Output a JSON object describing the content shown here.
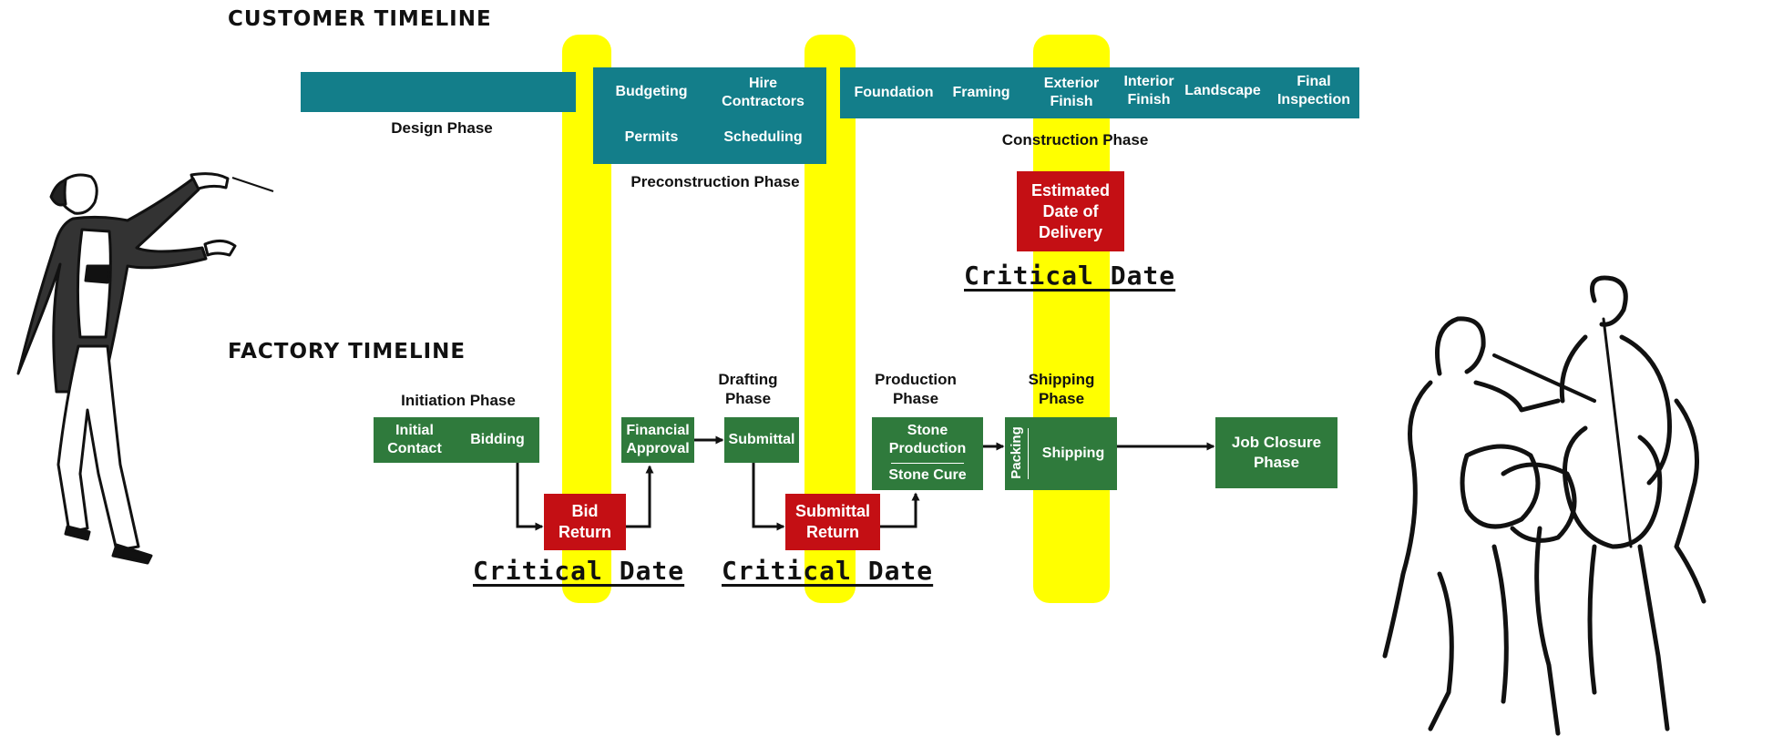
{
  "customer_timeline": {
    "heading": "CUSTOMER TIMELINE",
    "design_phase": "Design Phase",
    "preconstruction": {
      "budgeting": "Budgeting",
      "hire_contractors": "Hire\nContractors",
      "permits": "Permits",
      "scheduling": "Scheduling",
      "label": "Preconstruction Phase"
    },
    "construction": {
      "foundation": "Foundation",
      "framing": "Framing",
      "exterior_finish": "Exterior\nFinish",
      "interior_finish": "Interior\nFinish",
      "landscape": "Landscape",
      "final_inspection": "Final\nInspection",
      "label": "Construction Phase"
    },
    "estimated_delivery": "Estimated\nDate of\nDelivery",
    "critical_date": "Critical Date"
  },
  "factory_timeline": {
    "heading": "FACTORY TIMELINE",
    "initiation_phase": "Initiation Phase",
    "initial_contact": "Initial\nContact",
    "bidding": "Bidding",
    "bid_return": "Bid\nReturn",
    "financial_approval": "Financial\nApproval",
    "drafting_phase": "Drafting\nPhase",
    "submittal": "Submittal",
    "submittal_return": "Submittal\nReturn",
    "production_phase": "Production\nPhase",
    "stone_production": "Stone\nProduction",
    "stone_cure": "Stone Cure",
    "shipping_phase": "Shipping\nPhase",
    "packing": "Packing",
    "shipping": "Shipping",
    "job_closure": "Job Closure\nPhase",
    "critical_date_1": "Critical Date",
    "critical_date_2": "Critical Date"
  },
  "colors": {
    "teal": "#137e8a",
    "green": "#2f7a3c",
    "red": "#c40f14",
    "highlight": "#ffff00"
  },
  "illustrations": [
    "conductor-clipart",
    "musicians-clipart"
  ]
}
